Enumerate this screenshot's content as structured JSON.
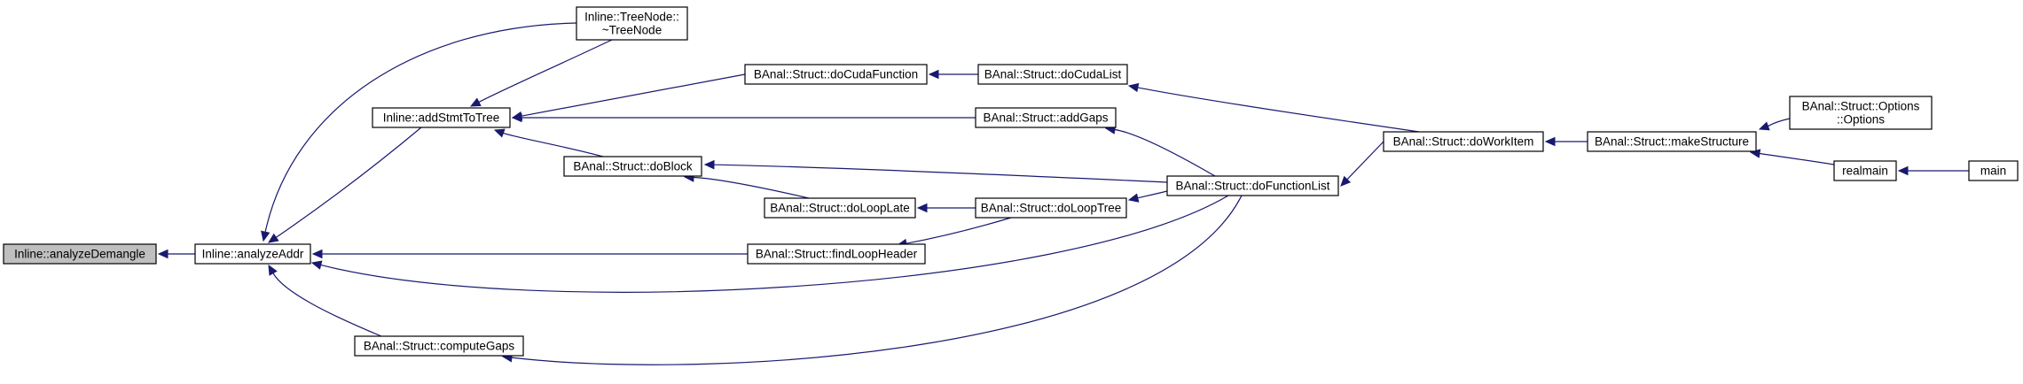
{
  "diagram": {
    "type": "call-graph",
    "colors": {
      "edge": "#191970",
      "root_fill": "#bfbfbf",
      "node_fill": "#ffffff",
      "node_stroke": "#000000"
    },
    "nodes": [
      {
        "id": "analyzeDemangle",
        "lines": [
          "Inline::analyzeDemangle"
        ],
        "root": true
      },
      {
        "id": "analyzeAddr",
        "lines": [
          "Inline::analyzeAddr"
        ]
      },
      {
        "id": "treeNodeDtor",
        "lines": [
          "Inline::TreeNode::",
          "~TreeNode"
        ]
      },
      {
        "id": "addStmtToTree",
        "lines": [
          "Inline::addStmtToTree"
        ]
      },
      {
        "id": "computeGaps",
        "lines": [
          "BAnal::Struct::computeGaps"
        ]
      },
      {
        "id": "doCudaFunction",
        "lines": [
          "BAnal::Struct::doCudaFunction"
        ]
      },
      {
        "id": "doBlock",
        "lines": [
          "BAnal::Struct::doBlock"
        ]
      },
      {
        "id": "doLoopLate",
        "lines": [
          "BAnal::Struct::doLoopLate"
        ]
      },
      {
        "id": "findLoopHeader",
        "lines": [
          "BAnal::Struct::findLoopHeader"
        ]
      },
      {
        "id": "doCudaList",
        "lines": [
          "BAnal::Struct::doCudaList"
        ]
      },
      {
        "id": "addGaps",
        "lines": [
          "BAnal::Struct::addGaps"
        ]
      },
      {
        "id": "doLoopTree",
        "lines": [
          "BAnal::Struct::doLoopTree"
        ]
      },
      {
        "id": "doFunctionList",
        "lines": [
          "BAnal::Struct::doFunctionList"
        ]
      },
      {
        "id": "doWorkItem",
        "lines": [
          "BAnal::Struct::doWorkItem"
        ]
      },
      {
        "id": "makeStructure",
        "lines": [
          "BAnal::Struct::makeStructure"
        ]
      },
      {
        "id": "options",
        "lines": [
          "BAnal::Struct::Options",
          "::Options"
        ]
      },
      {
        "id": "realmain",
        "lines": [
          "realmain"
        ]
      },
      {
        "id": "main",
        "lines": [
          "main"
        ]
      }
    ],
    "edges": [
      {
        "from": "analyzeAddr",
        "to": "analyzeDemangle"
      },
      {
        "from": "treeNodeDtor",
        "to": "analyzeAddr"
      },
      {
        "from": "addStmtToTree",
        "to": "analyzeAddr"
      },
      {
        "from": "findLoopHeader",
        "to": "analyzeAddr"
      },
      {
        "from": "doFunctionList",
        "to": "analyzeAddr"
      },
      {
        "from": "computeGaps",
        "to": "analyzeAddr"
      },
      {
        "from": "treeNodeDtor",
        "to": "addStmtToTree"
      },
      {
        "from": "doCudaFunction",
        "to": "addStmtToTree"
      },
      {
        "from": "addGaps",
        "to": "addStmtToTree"
      },
      {
        "from": "doBlock",
        "to": "addStmtToTree"
      },
      {
        "from": "doCudaList",
        "to": "doCudaFunction"
      },
      {
        "from": "doLoopLate",
        "to": "doBlock"
      },
      {
        "from": "doFunctionList",
        "to": "doBlock"
      },
      {
        "from": "doLoopTree",
        "to": "doLoopLate"
      },
      {
        "from": "doLoopTree",
        "to": "findLoopHeader"
      },
      {
        "from": "doFunctionList",
        "to": "doLoopTree"
      },
      {
        "from": "doWorkItem",
        "to": "doCudaList"
      },
      {
        "from": "doFunctionList",
        "to": "addGaps"
      },
      {
        "from": "doFunctionList",
        "to": "computeGaps"
      },
      {
        "from": "doWorkItem",
        "to": "doFunctionList"
      },
      {
        "from": "makeStructure",
        "to": "doWorkItem"
      },
      {
        "from": "options",
        "to": "makeStructure"
      },
      {
        "from": "realmain",
        "to": "makeStructure"
      },
      {
        "from": "main",
        "to": "realmain"
      }
    ]
  }
}
